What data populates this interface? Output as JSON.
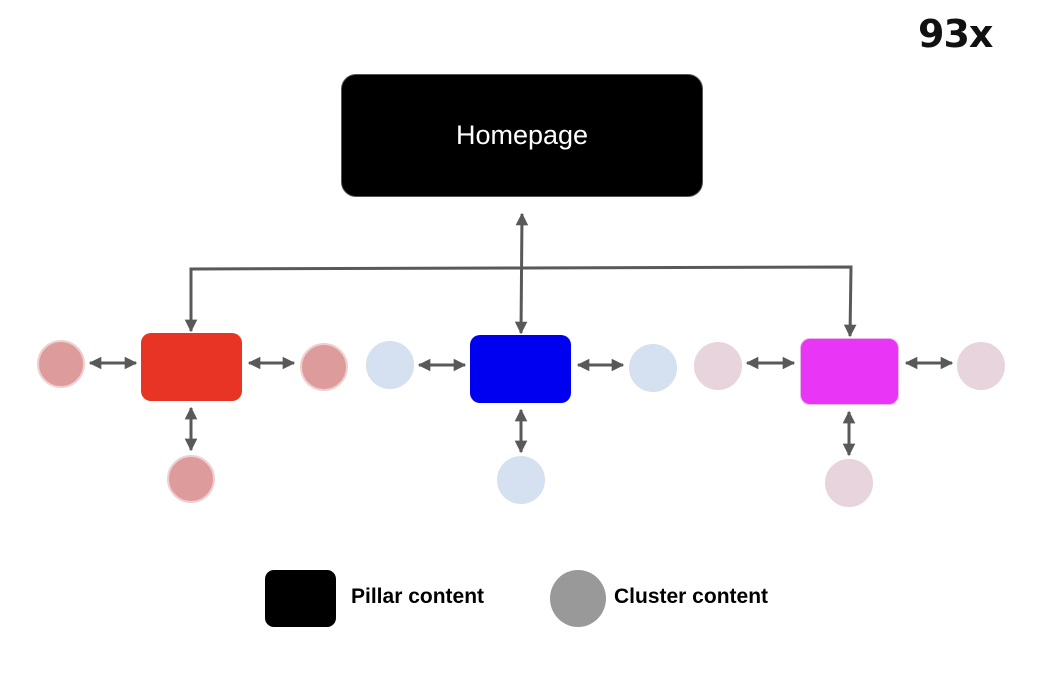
{
  "watermark": "93x",
  "homepage": {
    "label": "Homepage",
    "color": "#000000"
  },
  "connector_color": "#595959",
  "pillars": [
    {
      "id": "red",
      "color": "#e83424",
      "cluster_color": "#dd9c9b",
      "cluster_border": "#efcfcf",
      "clusters": [
        "left",
        "right",
        "bottom"
      ]
    },
    {
      "id": "blue",
      "color": "#0000f0",
      "cluster_color": "#d5e1f0",
      "cluster_border": "#d5e1f0",
      "clusters": [
        "left",
        "right",
        "bottom"
      ]
    },
    {
      "id": "magenta",
      "color": "#e935f5",
      "cluster_color": "#e7d4dc",
      "cluster_border": "#e7d4dc",
      "clusters": [
        "left",
        "right",
        "bottom"
      ]
    }
  ],
  "legend": {
    "pillar_label": "Pillar content",
    "cluster_label": "Cluster content",
    "pillar_color": "#000000",
    "cluster_color": "#999999"
  }
}
